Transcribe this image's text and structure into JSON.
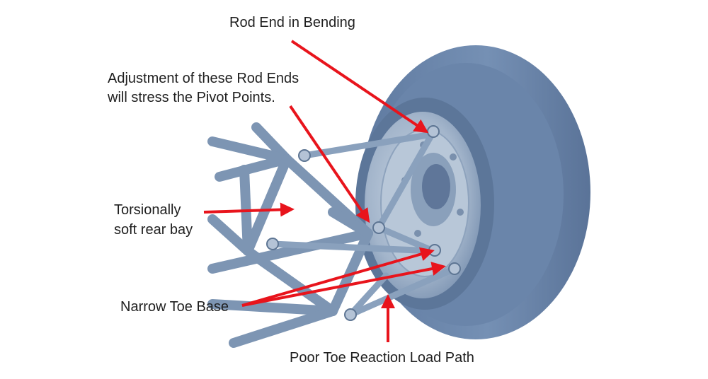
{
  "labels": {
    "rod_end_bending": "Rod End in Bending",
    "adjustment_line1": "Adjustment of these Rod Ends",
    "adjustment_line2": "will stress the Pivot Points.",
    "torsionally_line1": "Torsionally",
    "torsionally_line2": "soft rear bay",
    "narrow_toe_base": "Narrow Toe Base",
    "poor_toe_reaction": "Poor Toe Reaction Load Path"
  },
  "colors": {
    "arrow": "#e8141c",
    "tube": "#7d95b3",
    "tube_edge": "#5d7593",
    "tire": "#6e89ad",
    "tire_dark": "#5a7398",
    "wheel": "#a9bbd1",
    "text": "#1f1f1f"
  }
}
